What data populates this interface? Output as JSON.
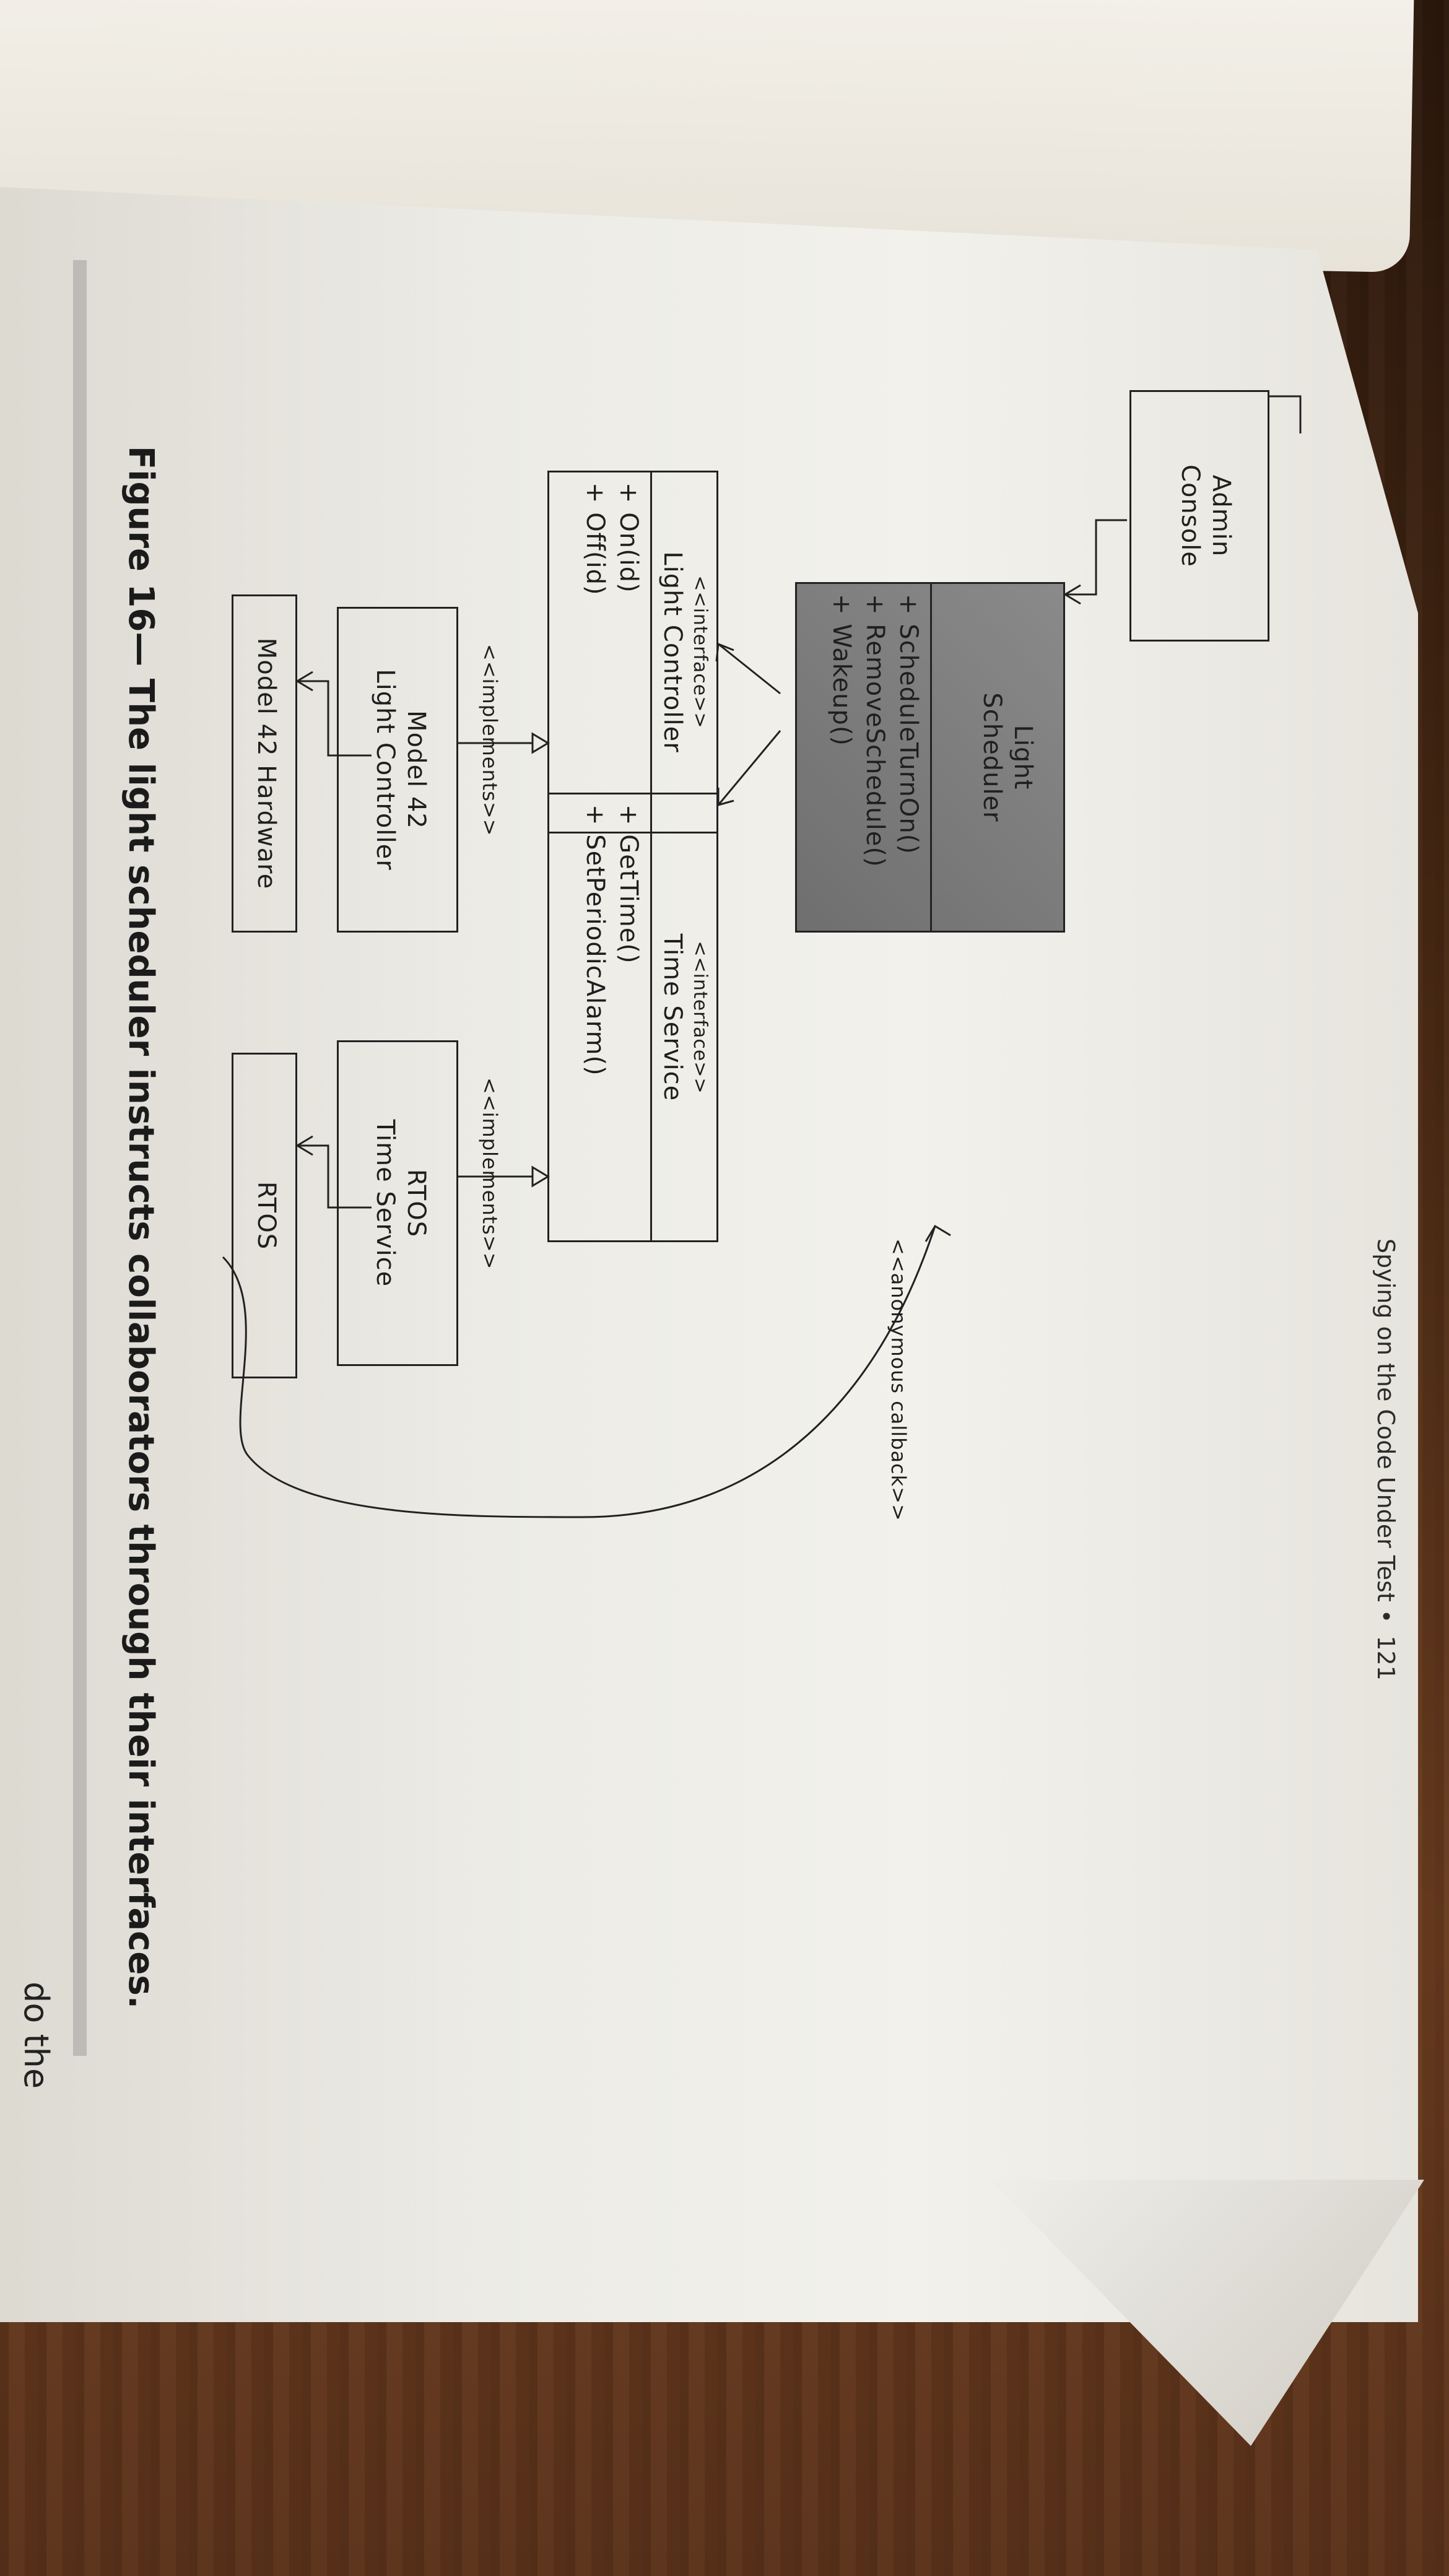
{
  "header": {
    "title": "Spying on the Code Under Test",
    "bullet": "•",
    "page_number": "121"
  },
  "diagram": {
    "admin_console": {
      "line1": "Admin",
      "line2": "Console"
    },
    "light_scheduler": {
      "line1": "Light",
      "line2": "Scheduler",
      "ops": [
        "+ ScheduleTurnOn()",
        "+ RemoveSchedule()",
        "+ Wakeup()"
      ]
    },
    "light_controller_iface": {
      "stereotype": "<<interface>>",
      "name": "Light Controller",
      "ops": [
        "+ On(id)",
        "+ Off(id)"
      ]
    },
    "time_service_iface": {
      "stereotype": "<<interface>>",
      "name": "Time Service",
      "ops": [
        "+ GetTime()",
        "+ SetPeriodicAlarm()"
      ]
    },
    "model42_controller": {
      "line1": "Model 42",
      "line2": "Light Controller"
    },
    "rtos_time_service": {
      "line1": "RTOS",
      "line2": "Time Service"
    },
    "model42_hardware": {
      "label": "Model 42 Hardware"
    },
    "rtos": {
      "label": "RTOS"
    },
    "implements_label_left": "<<implements>>",
    "implements_label_right": "<<implements>>",
    "callback_label": "<<anonymous callback>>"
  },
  "caption": "Figure 16— The light scheduler instructs collaborators through their interfaces.",
  "stray_text": "do the"
}
